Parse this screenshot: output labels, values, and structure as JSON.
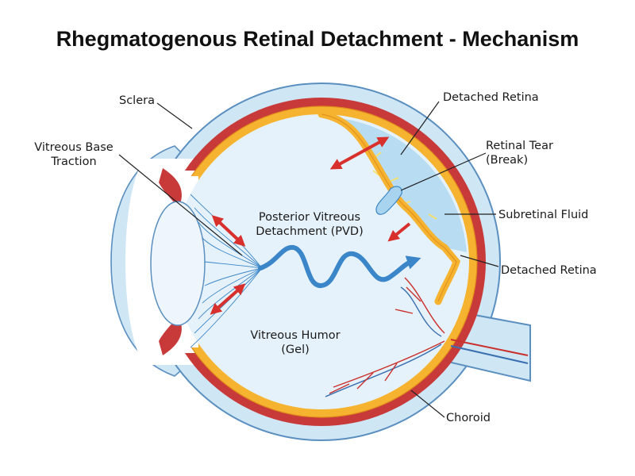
{
  "title": "Rhegmatogenous Retinal Detachment - Mechanism",
  "labels": {
    "sclera": "Sclera",
    "vitreous_base_traction": [
      "Vitreous Base",
      "Traction"
    ],
    "detached_retina_top": "Detached Retina",
    "retinal_tear": [
      "Retinal Tear",
      "(Break)"
    ],
    "subretinal_fluid": "Subretinal Fluid",
    "detached_retina_right": "Detached Retina",
    "pvd": [
      "Posterior Vitreous",
      "Detachment (PVD)"
    ],
    "vitreous_humor": [
      "Vitreous Humor",
      "(Gel)"
    ],
    "choroid": "Choroid"
  },
  "colors": {
    "sclera_fill": "#cfe6f5",
    "sclera_stroke": "#5a8fc0",
    "choroid": "#c83a3a",
    "retina": "#f5b330",
    "retina_edge": "#e08c1c",
    "vitreous": "#e6f2fb",
    "subretinal_fluid": "#b8dcf2",
    "lens": "#eef5fc",
    "arrow_red": "#d8302c",
    "arrow_blue": "#3a86c8",
    "vessel_red": "#c9302c",
    "vessel_blue": "#3a6fb0"
  }
}
